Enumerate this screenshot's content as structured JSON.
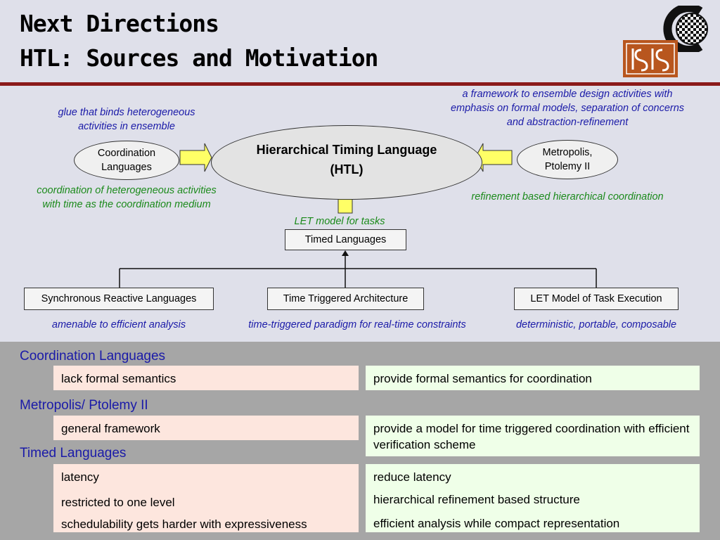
{
  "slide": {
    "title_line1": "Next Directions",
    "title_line2": "HTL: Sources and Motivation"
  },
  "logos": {
    "top": "checkered C logo",
    "bottom": "ISIS logo"
  },
  "diagram": {
    "htl_line1": "Hierarchical Timing Language",
    "htl_line2": "(HTL)",
    "coordination_line1": "Coordination",
    "coordination_line2": "Languages",
    "metropolis_line1": "Metropolis,",
    "metropolis_line2": "Ptolemy II",
    "timed_languages": "Timed Languages",
    "children": [
      "Synchronous Reactive Languages",
      "Time Triggered Architecture",
      "LET Model of Task Execution"
    ],
    "notes": {
      "glue_line1": "glue that binds heterogeneous",
      "glue_line2": "activities in ensemble",
      "framework_line1": "a framework to ensemble design activities with",
      "framework_line2": "emphasis on formal models, separation of concerns",
      "framework_line3": "and abstraction-refinement",
      "coord_line1": "coordination of heterogeneous activities",
      "coord_line2": "with time as the coordination medium",
      "refinement": "refinement based hierarchical coordination",
      "let_tasks": "LET model for tasks",
      "amenable": "amenable to efficient analysis",
      "tt_paradigm": "time-triggered paradigm for real-time constraints",
      "deterministic": "deterministic, portable, composable"
    },
    "colors": {
      "arrow_fill": "#ffff66",
      "blue_note": "#1a1aa8",
      "green_note": "#1b8a1b"
    }
  },
  "comparison": {
    "sections": [
      {
        "heading": "Coordination Languages"
      },
      {
        "heading": "Metropolis/ Ptolemy II"
      },
      {
        "heading": "Timed Languages"
      }
    ],
    "rows": [
      {
        "left": "lack formal semantics",
        "right": "provide formal semantics for coordination"
      },
      {
        "left": "general framework",
        "right": "provide a model for time triggered coordination with efficient verification scheme"
      },
      {
        "left": "latency",
        "right": "reduce latency"
      },
      {
        "left": "restricted to one level",
        "right": "hierarchical refinement based structure"
      },
      {
        "left": "schedulability gets harder with expressiveness",
        "right": "efficient analysis while compact representation"
      }
    ],
    "colors": {
      "left_bg": "#fde6de",
      "right_bg": "#efffe8",
      "heading": "#1a1aa8"
    }
  }
}
